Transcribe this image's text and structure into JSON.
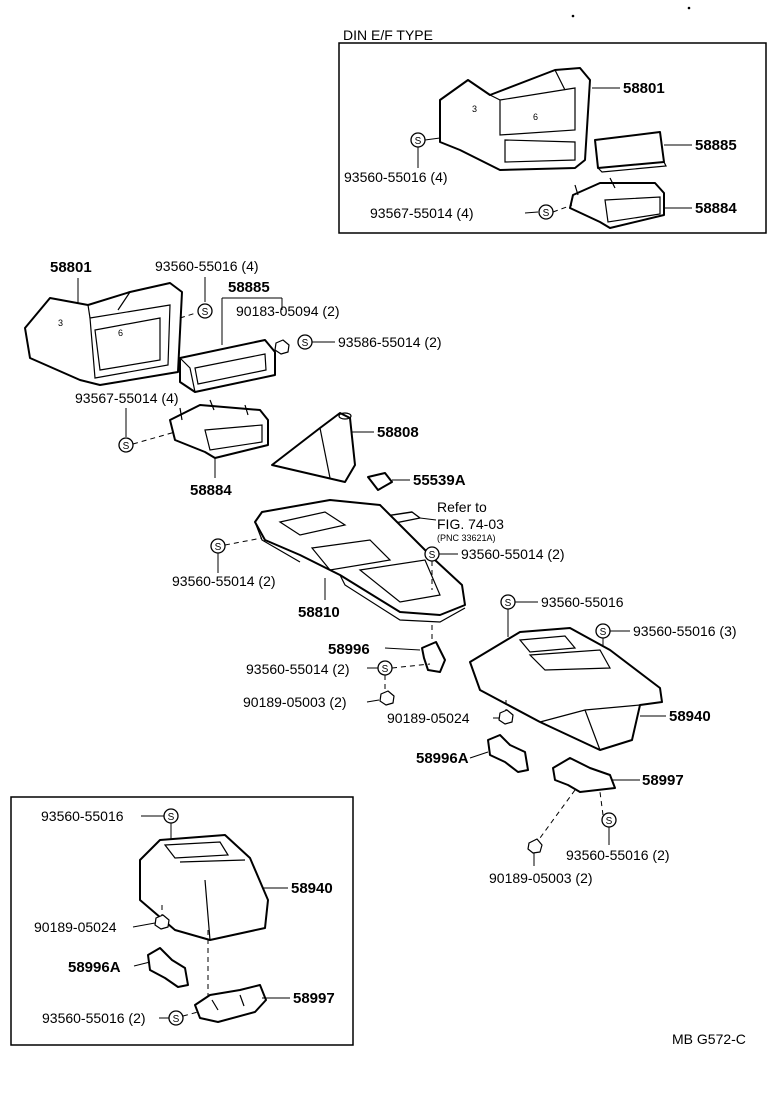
{
  "inset_top": {
    "title": "DIN E/F TYPE"
  },
  "labels": {
    "p58801_a": "58801",
    "p58885_a": "58885",
    "p58884_a": "58884",
    "s93560_55016_4_a": "93560-55016 (4)",
    "s93567_55014_4_a": "93567-55014 (4)",
    "p58801_b": "58801",
    "s93560_55016_4_b": "93560-55016 (4)",
    "p58885_b": "58885",
    "n90183_05094_2": "90183-05094 (2)",
    "s93586_55014_2": "93586-55014 (2)",
    "s93567_55014_4_b": "93567-55014 (4)",
    "p58884_b": "58884",
    "p58808": "58808",
    "p55539a": "55539A",
    "refer_to": "Refer to",
    "fig_ref": "FIG. 74-03",
    "pnc_ref": "(PNC 33621A)",
    "s93560_55014_2_a": "93560-55014 (2)",
    "s93560_55014_2_b": "93560-55014 (2)",
    "p58810": "58810",
    "s93560_55016_a": "93560-55016",
    "s93560_55016_3": "93560-55016 (3)",
    "p58996": "58996",
    "s93560_55014_2_c": "93560-55014 (2)",
    "n90189_05003_2_a": "90189-05003 (2)",
    "n90189_05024_a": "90189-05024",
    "p58940_a": "58940",
    "p58996a_a": "58996A",
    "p58997_a": "58997",
    "s93560_55016_2_a": "93560-55016 (2)",
    "n90189_05003_2_b": "90189-05003 (2)",
    "s93560_55016_b": "93560-55016",
    "p58940_b": "58940",
    "n90189_05024_b": "90189-05024",
    "p58996a_b": "58996A",
    "s93560_55016_2_b": "93560-55016 (2)",
    "p58997_b": "58997",
    "ref_code": "MB G572-C"
  },
  "screw_symbol": "S"
}
